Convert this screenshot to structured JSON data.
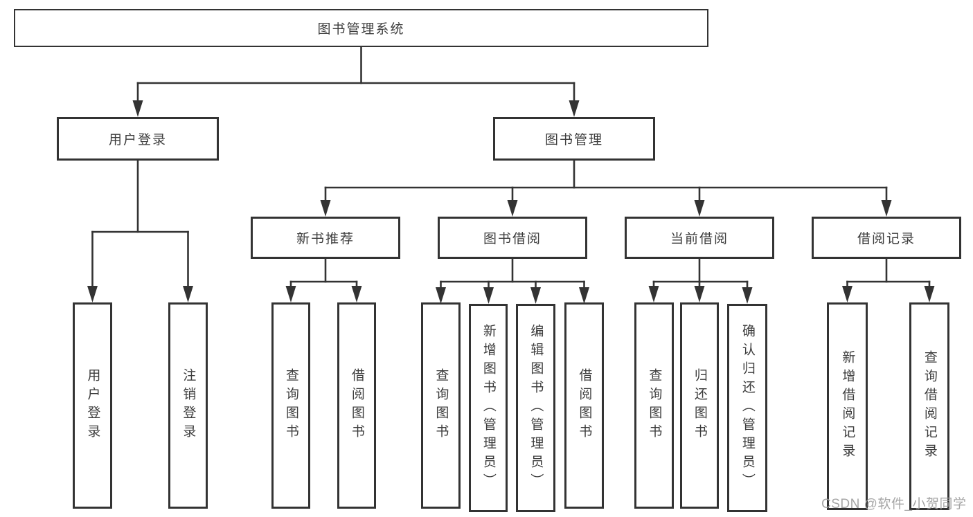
{
  "colors": {
    "line": "#333333",
    "box_border": "#333333",
    "text": "#3c3c3c",
    "watermark": "#9e9e9e",
    "background": "#ffffff"
  },
  "diagram": {
    "root": {
      "label": "图书管理系统"
    },
    "level1": [
      {
        "label": "用户登录"
      },
      {
        "label": "图书管理"
      }
    ],
    "level2": [
      {
        "label": "新书推荐"
      },
      {
        "label": "图书借阅"
      },
      {
        "label": "当前借阅"
      },
      {
        "label": "借阅记录"
      }
    ],
    "leaves": {
      "user_login": [
        "用户登录",
        "注销登录"
      ],
      "new_books": [
        "查询图书",
        "借阅图书"
      ],
      "borrowing": [
        "查询图书",
        "新增图书（管理员）",
        "编辑图书（管理员）",
        "借阅图书"
      ],
      "current": [
        "查询图书",
        "归还图书",
        "确认归还（管理员）"
      ],
      "records": [
        "新增借阅记录",
        "查询借阅记录"
      ]
    }
  },
  "watermark": {
    "text": "CSDN @软件_小贺同学"
  }
}
